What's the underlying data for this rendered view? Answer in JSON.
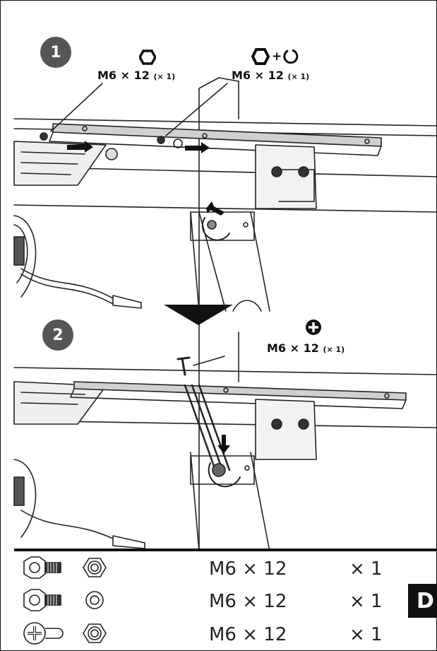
{
  "steps": [
    {
      "number": "1",
      "callouts": [
        {
          "spec": "M6 × 12",
          "qty": "(× 1)"
        },
        {
          "spec": "M6 × 12",
          "qty": "(× 1)"
        }
      ],
      "plus": "+"
    },
    {
      "number": "2",
      "callouts": [
        {
          "spec": "M6 × 12",
          "qty": "(× 1)"
        }
      ]
    }
  ],
  "hardware": [
    {
      "icons": [
        "hex-bolt-icon",
        "nut-icon"
      ],
      "spec": "M6 × 12",
      "qty": "× 1"
    },
    {
      "icons": [
        "hex-bolt-icon",
        "washer-icon"
      ],
      "spec": "M6 × 12",
      "qty": "× 1"
    },
    {
      "icons": [
        "phillips-screw-icon",
        "nut-icon"
      ],
      "spec": "M6 × 12",
      "qty": "× 1"
    }
  ],
  "language_tab": "D",
  "colors": {
    "badge": "#555555",
    "ink": "#111111",
    "tab": "#111111"
  }
}
